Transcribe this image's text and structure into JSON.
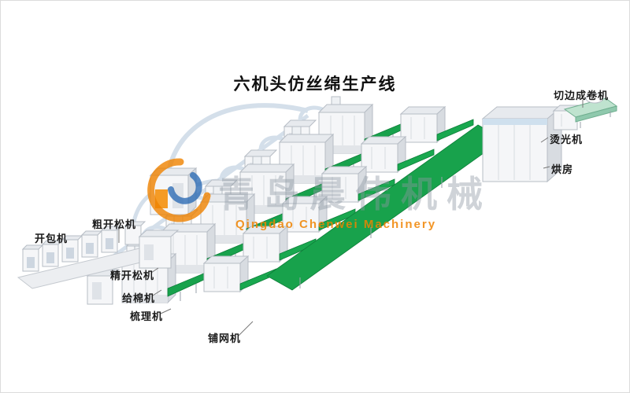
{
  "title": "六机头仿丝绵生产线",
  "watermark": {
    "chinese": "青岛晨伟机械",
    "english": "Qingdao Chenwei Machinery"
  },
  "machine_labels": {
    "edge_cutting_winder": "切边成卷机",
    "ironing": "烫光机",
    "drying_room": "烘房",
    "bale_opener": "开包机",
    "coarse_opener": "粗开松机",
    "fine_opener": "精开松机",
    "cotton_feeder": "给棉机",
    "carding": "梳理机",
    "cross_lapper": "铺网机"
  },
  "colors": {
    "conveyor_green": "#18a24c",
    "accent_orange": "#f08300",
    "watermark_gray": "#8e98a3",
    "machine_body": "#f5f6f8",
    "pipe_blue": "#d4dfea",
    "title_text": "#111111"
  }
}
